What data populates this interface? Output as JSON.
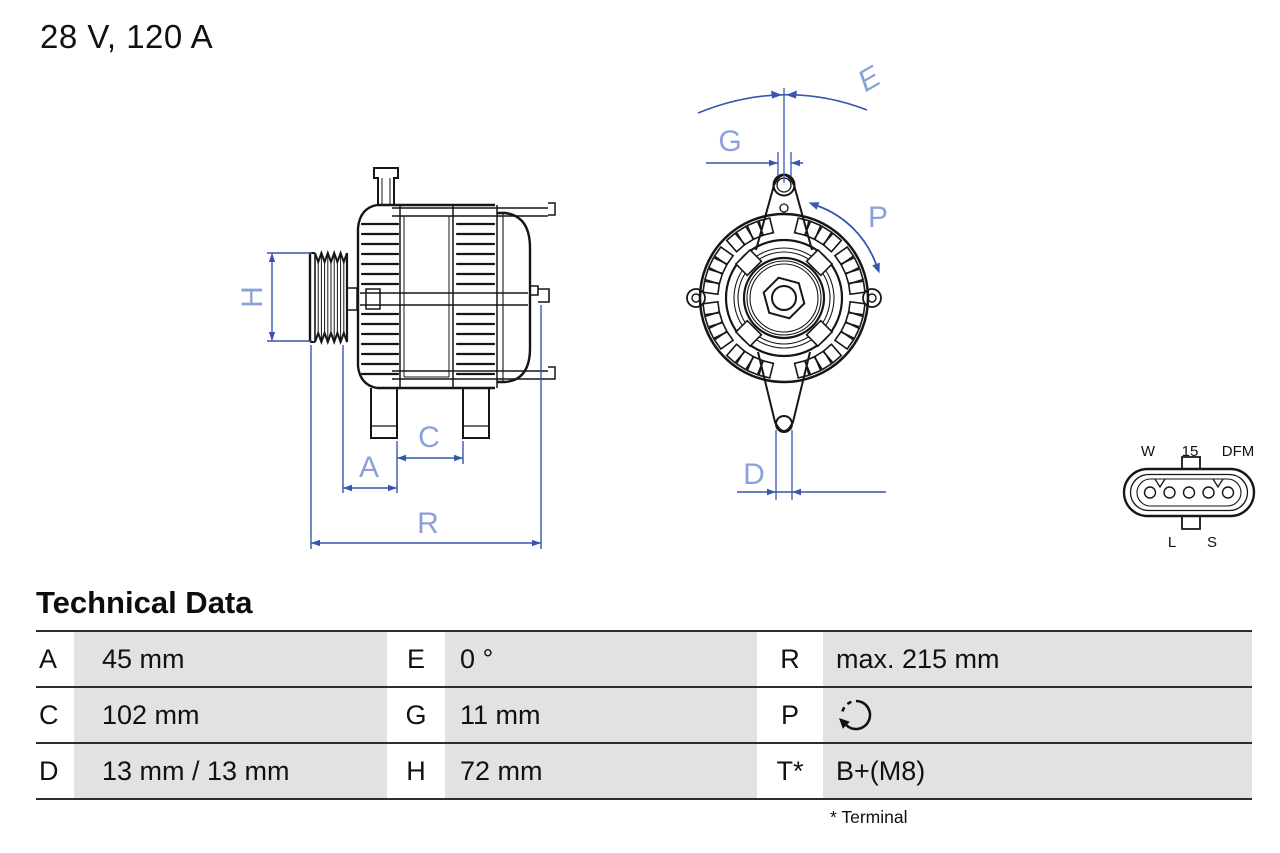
{
  "title": "28 V, 120 A",
  "drawing": {
    "dimension_labels": {
      "H": "H",
      "A": "A",
      "C": "C",
      "R": "R",
      "E": "E",
      "G": "G",
      "P": "P",
      "D": "D"
    },
    "connector_labels": {
      "w": "W",
      "t15": "15",
      "dfm": "DFM",
      "l": "L",
      "s": "S"
    },
    "colors": {
      "line": "#161616",
      "dimension_line": "#3557b0",
      "dimension_label": "#8ba1da"
    }
  },
  "technical_data": {
    "heading": "Technical Data",
    "rows": [
      {
        "cells": [
          {
            "key": "A",
            "value": "45 mm"
          },
          {
            "key": "E",
            "value": "0 °"
          },
          {
            "key": "R",
            "value": "max. 215 mm"
          }
        ]
      },
      {
        "cells": [
          {
            "key": "C",
            "value": "102 mm"
          },
          {
            "key": "G",
            "value": "11 mm"
          },
          {
            "key": "P",
            "value": "",
            "value_icon": "clockwise-rotation-icon"
          }
        ]
      },
      {
        "cells": [
          {
            "key": "D",
            "value": "13 mm / 13 mm"
          },
          {
            "key": "H",
            "value": "72 mm"
          },
          {
            "key": "T*",
            "value": "B+(M8)"
          }
        ]
      }
    ],
    "footnote": "* Terminal",
    "table_colors": {
      "value_cell_bg": "#e2e2e2",
      "rule": "#2d2d2d"
    }
  }
}
